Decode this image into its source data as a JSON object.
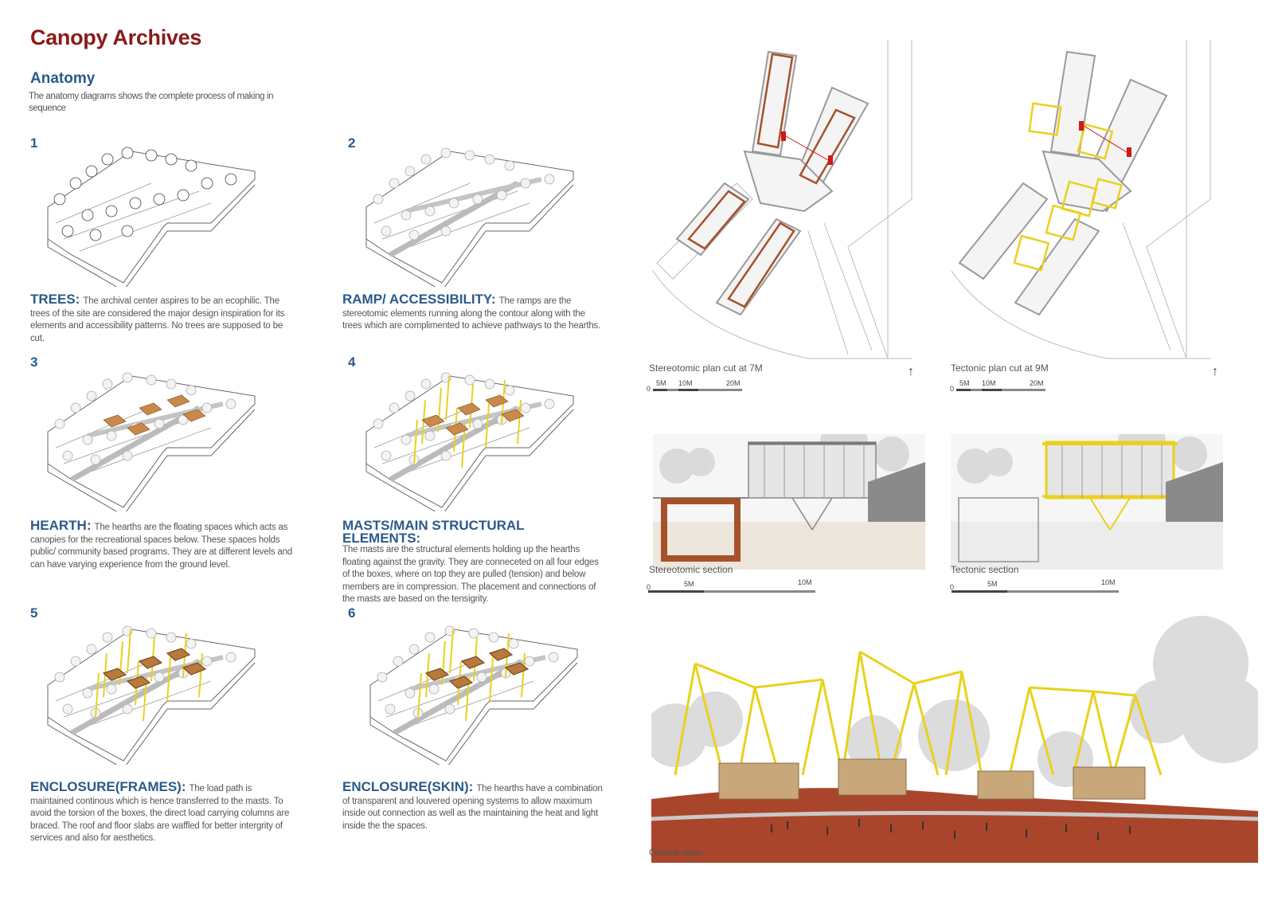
{
  "title": "Canopy Archives",
  "subtitle": "Anatomy",
  "intro": "The anatomy diagrams shows the complete process of making in sequence",
  "steps": [
    {
      "num": "1",
      "head": "TREES:",
      "text": "The archival center aspires to be an ecophilic. The trees of the site are considered the major design inspiration for its elements and accessibility patterns. No trees are supposed to be cut."
    },
    {
      "num": "2",
      "head": "RAMP/ ACCESSIBILITY:",
      "text": "The ramps are the stereotomic elements running along the contour along with the trees which are complimented to achieve pathways to the hearths."
    },
    {
      "num": "3",
      "head": "HEARTH:",
      "text": "The hearths are the floating spaces which acts as canopies for the recreational spaces below. These spaces holds public/ community based programs. They are at different levels and can have varying experience from the ground level."
    },
    {
      "num": "4",
      "head": "MASTS/MAIN STRUCTURAL ELEMENTS:",
      "text": "The masts are the structural elements holding up the hearths floating against the gravity. They are conneceted on all four edges of the boxes, where on top they are pulled (tension) and below members are in compression. The placement and connections of the masts are based on the tensigrity."
    },
    {
      "num": "5",
      "head": "ENCLOSURE(FRAMES):",
      "text": "The load path is maintained continous which is hence transferred to the masts. To avoid the torsion of the boxes, the direct load carrying columns are braced. The roof and floor slabs are waffled for better intergrity of services and also for aesthetics."
    },
    {
      "num": "6",
      "head": "ENCLOSURE(SKIN):",
      "text": "The hearths have a combination of transparent and louvered opening systems to allow maximum inside out connection as well as the maintaining the heat and light inside the the spaces."
    }
  ],
  "plans": {
    "left_caption": "Stereotomic plan cut at 7M",
    "right_caption": "Tectonic plan cut at 9M",
    "scale_labels": [
      "0",
      "5M",
      "10M",
      "20M"
    ]
  },
  "sections": {
    "left_caption": "Stereotomic section",
    "right_caption": "Tectonic section",
    "scale_labels": [
      "0",
      "5M",
      "10M"
    ]
  },
  "overall_caption": "Overall view",
  "north_arrow": "↑",
  "colors": {
    "title": "#8b1a1a",
    "heading": "#2b5a8a",
    "stereotomic": "#a5522a",
    "tectonic": "#e8d21d",
    "wood": "#c8894a",
    "red_marker": "#d01818"
  }
}
